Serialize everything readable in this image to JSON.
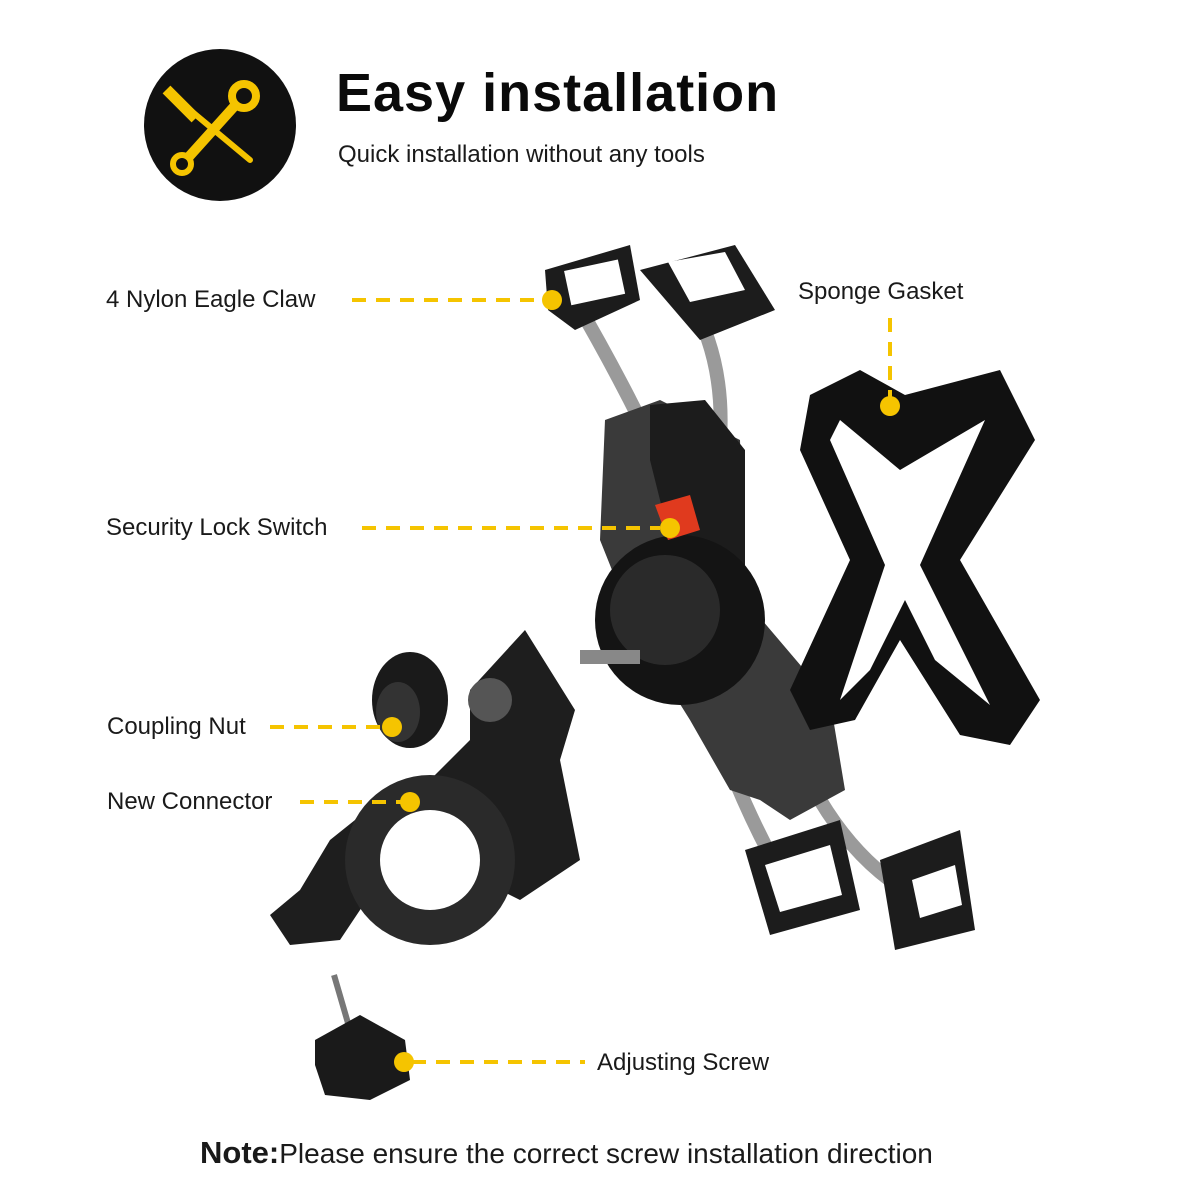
{
  "header": {
    "title": "Easy installation",
    "subtitle": "Quick installation without any tools",
    "icon": "wrench-screwdriver-icon"
  },
  "labels": {
    "claw": "4 Nylon Eagle Claw",
    "gasket": "Sponge Gasket",
    "lock": "Security Lock Switch",
    "nut": "Coupling Nut",
    "connector": "New Connector",
    "screw": "Adjusting Screw"
  },
  "note": {
    "prefix": "Note:",
    "text": "Please ensure the correct screw installation direction"
  },
  "colors": {
    "accent": "#f5c400",
    "icon_bg": "#111111",
    "product": "#1c1c1c",
    "lock": "#e03a1e"
  }
}
